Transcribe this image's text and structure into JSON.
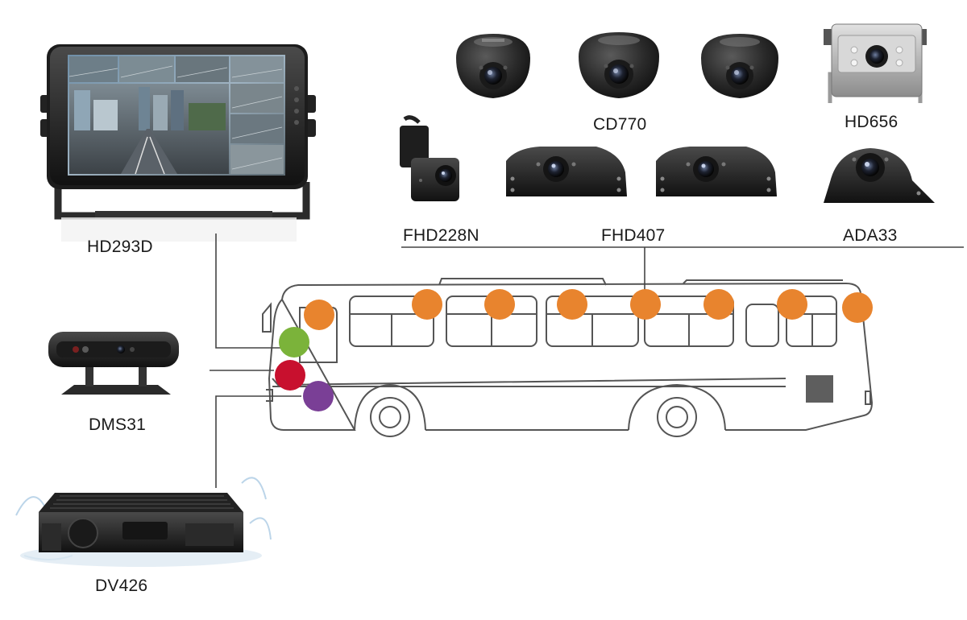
{
  "labels": {
    "monitor": "HD293D",
    "dms": "DMS31",
    "dvr": "DV426",
    "dome_cameras": "CD770",
    "reverse_camera": "HD656",
    "small_camera": "FHD228N",
    "side_cameras": "FHD407",
    "side_dome_camera": "ADA33"
  },
  "colors": {
    "camera_dot": "#e8842e",
    "monitor_dot": "#7bb33a",
    "dms_dot": "#c8102e",
    "dvr_dot": "#7a3f96",
    "line": "#444444",
    "bus_outline": "#555555"
  }
}
